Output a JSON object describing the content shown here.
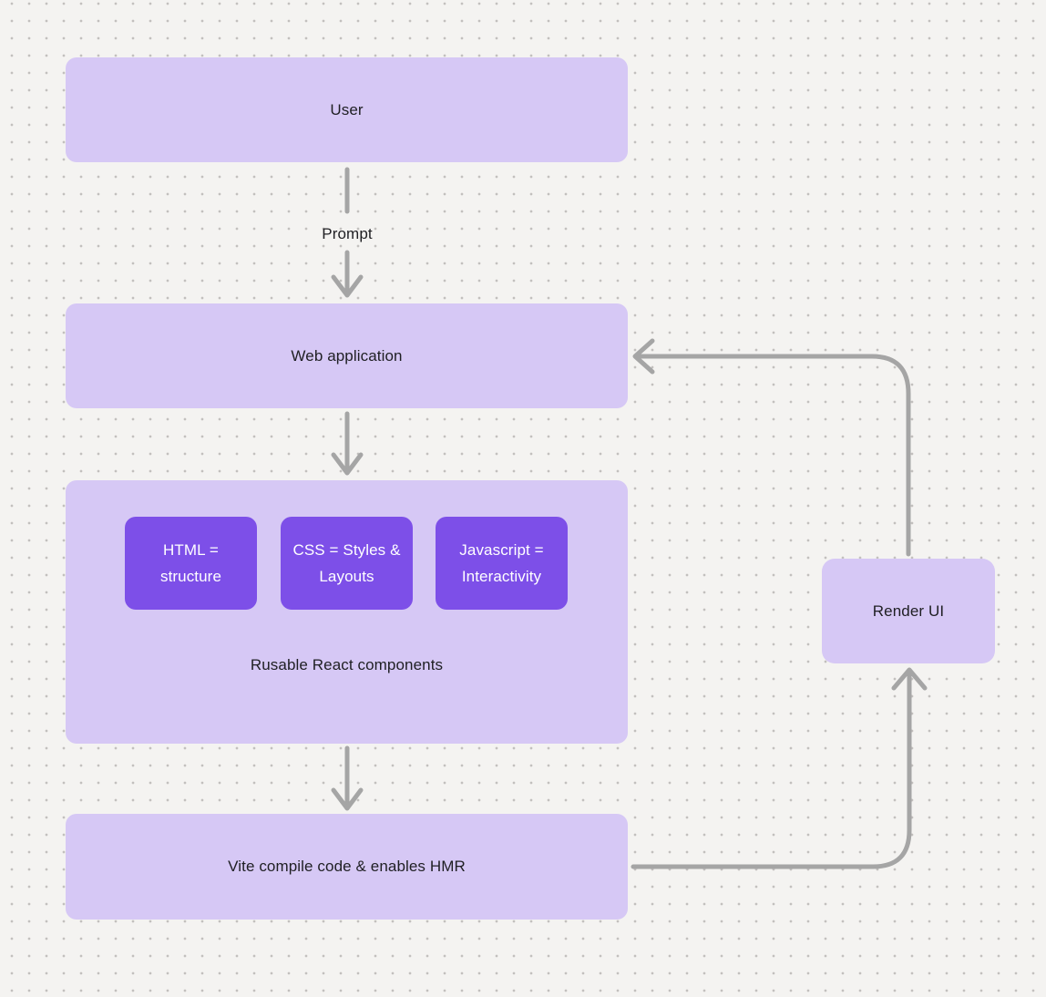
{
  "app": {
    "type": "diagram-canvas",
    "description": "Flowchart of an AI/web development loop with React and Vite on a dotted whiteboard canvas"
  },
  "colors": {
    "bg": "#f4f3f1",
    "dot": "#c2c0be",
    "box_light": "#d6c8f5",
    "box_dark": "#7d4fe8",
    "arrow": "#a5a5a5",
    "text_dark": "#1f1f23",
    "text_light": "#ffffff"
  },
  "diagram": {
    "nodes": {
      "user": {
        "label": "User"
      },
      "web_application": {
        "label": "Web application"
      },
      "components": {
        "label": "Rusable React components",
        "children": [
          {
            "label": "HTML = structure"
          },
          {
            "label": "CSS = Styles & Layouts"
          },
          {
            "label": "Javascript = Interactivity"
          }
        ]
      },
      "vite": {
        "label": "Vite compile code & enables HMR"
      },
      "render_ui": {
        "label": "Render UI"
      }
    },
    "edges": [
      {
        "from": "user",
        "to": "web_application",
        "label": "Prompt"
      },
      {
        "from": "web_application",
        "to": "components",
        "label": ""
      },
      {
        "from": "components",
        "to": "vite",
        "label": ""
      },
      {
        "from": "vite",
        "to": "render_ui",
        "label": ""
      },
      {
        "from": "render_ui",
        "to": "web_application",
        "label": ""
      }
    ]
  }
}
